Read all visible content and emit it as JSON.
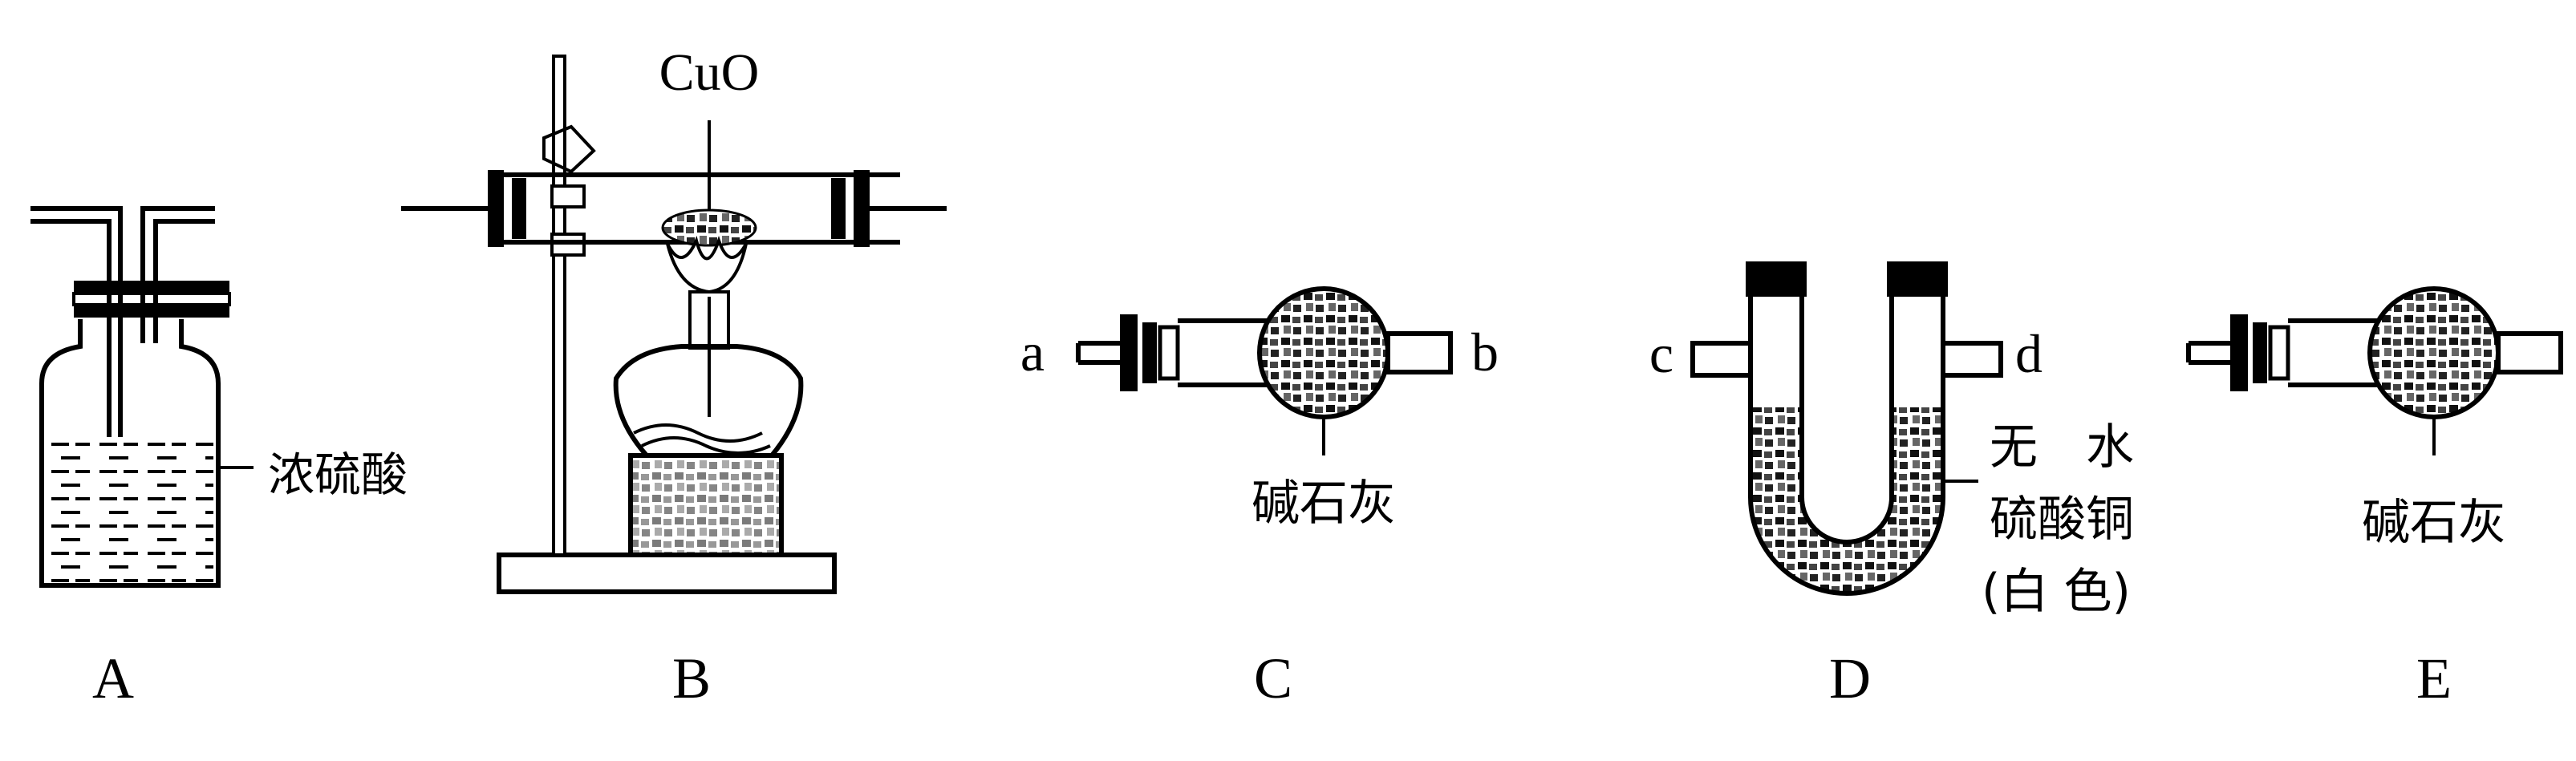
{
  "apparatus": [
    {
      "id": "A",
      "caption": "A",
      "label": "浓硫酸"
    },
    {
      "id": "B",
      "caption": "B",
      "label": "CuO"
    },
    {
      "id": "C",
      "caption": "C",
      "label": "碱石灰",
      "port_left": "a",
      "port_right": "b"
    },
    {
      "id": "D",
      "caption": "D",
      "label_line1": "无　水",
      "label_line2": "硫酸铜",
      "label_line3": "(白 色)",
      "port_left": "c",
      "port_right": "d"
    },
    {
      "id": "E",
      "caption": "E",
      "label": "碱石灰"
    }
  ]
}
